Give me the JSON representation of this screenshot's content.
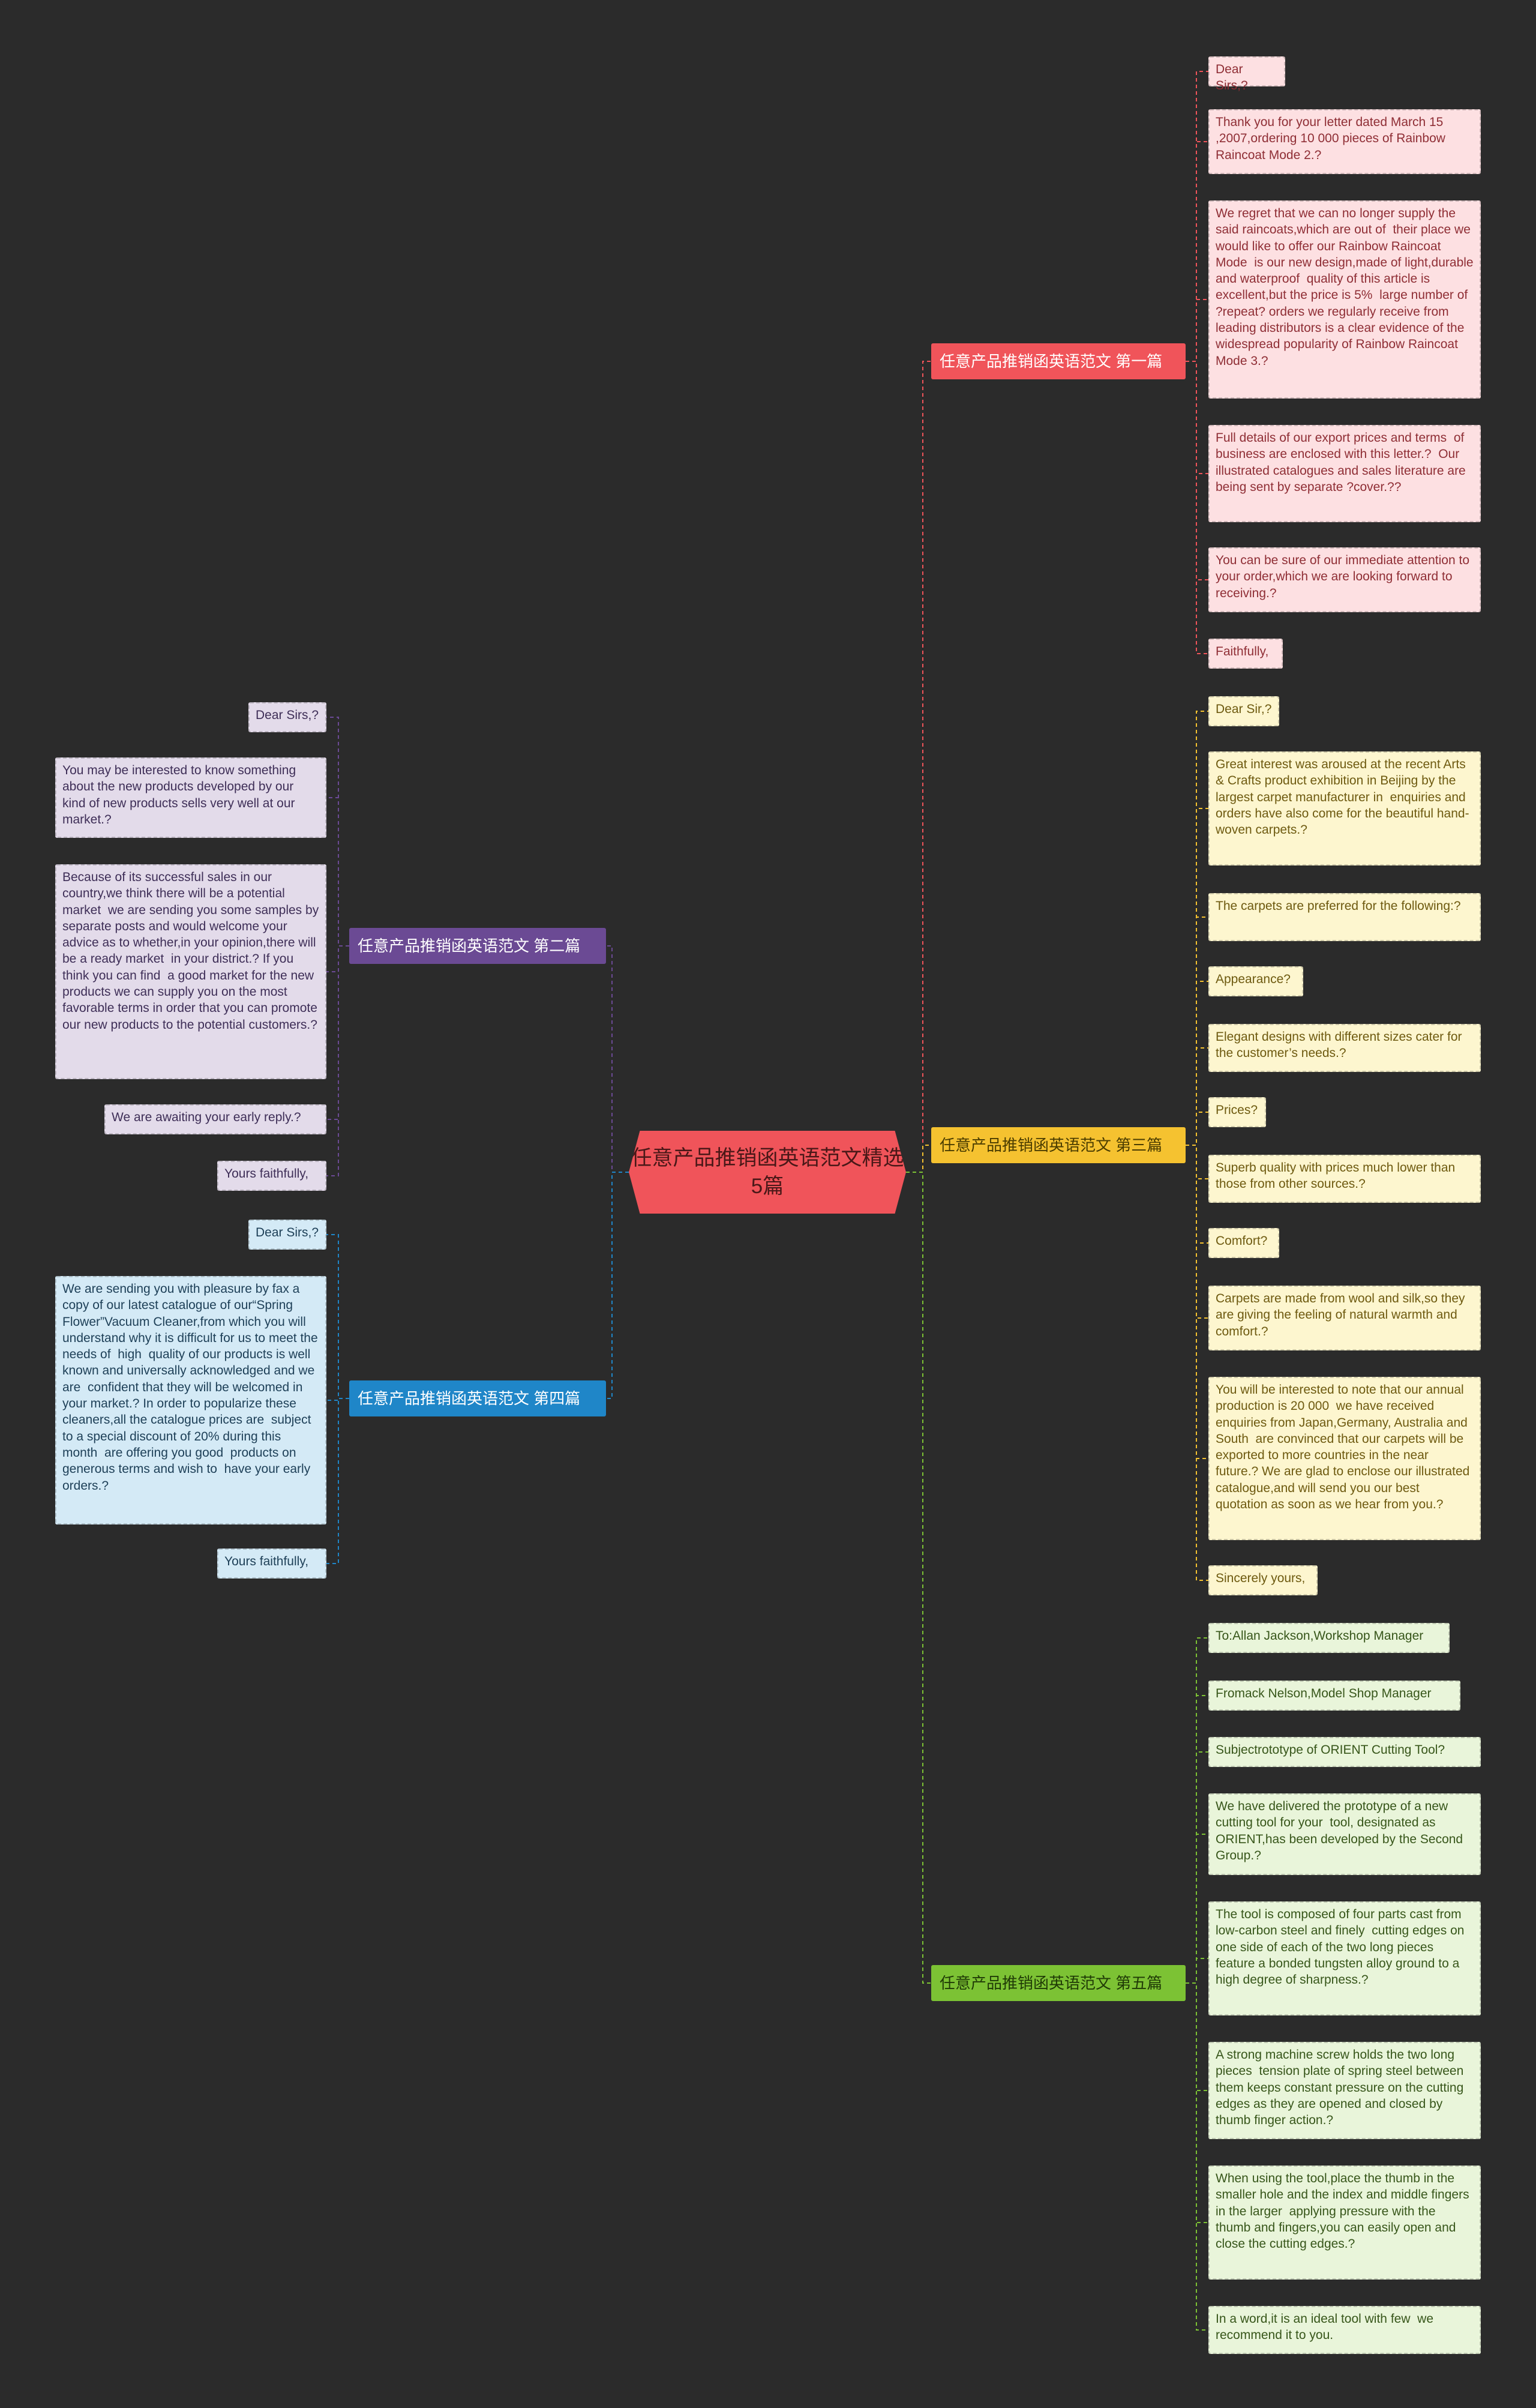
{
  "root": {
    "title": "任意产品推销函英语范文精选5篇"
  },
  "colors": {
    "background": "#2b2b2b",
    "root": "#f0545a",
    "b1": "#f0545a",
    "b2": "#6b4a94",
    "b3": "#f5c230",
    "b4": "#1f86c8",
    "b5": "#7cc234"
  },
  "branches": [
    {
      "label": "任意产品推销函英语范文 第一篇",
      "items": [
        "Dear Sirs,?",
        "Thank you for your letter dated March 15 ,2007,ordering 10 000 pieces of Rainbow Raincoat Mode 2.?",
        "We regret that we can no longer supply the said raincoats,which are out of  their place we would like to offer our Rainbow Raincoat Mode  is our new design,made of light,durable and waterproof  quality of this article is excellent,but the price is 5%  large number of ?repeat? orders we regularly receive from leading distributors is a clear evidence of the widespread popularity of Rainbow Raincoat Mode 3.?",
        "Full details of our export prices and terms  of business are enclosed with this letter.?  Our illustrated catalogues and sales literature are being sent by separate ?cover.??",
        "You can be sure of our immediate attention to your order,which we are looking forward to receiving.?",
        "Faithfully,"
      ]
    },
    {
      "label": "任意产品推销函英语范文 第二篇",
      "items": [
        "Dear Sirs,?",
        "You may be interested to know something about the new products developed by our  kind of new products sells very well at our market.?",
        "Because of its successful sales in our country,we think there will be a potential market  we are sending you some samples by separate posts and would welcome your advice as to whether,in your opinion,there will be a ready market  in your district.? If you think you can find  a good market for the new products we can supply you on the most favorable terms in order that you can promote our new products to the potential customers.?",
        "We are awaiting your early reply.?",
        "Yours faithfully,"
      ]
    },
    {
      "label": "任意产品推销函英语范文 第三篇",
      "items": [
        "Dear Sir,?",
        "Great interest was aroused at the recent Arts & Crafts product exhibition in Beijing by the largest carpet manufacturer in  enquiries and orders have also come for the beautiful hand-woven carpets.?",
        "The carpets are preferred for the following:?",
        "Appearance?",
        "Elegant designs with different sizes cater for the customer’s needs.?",
        "Prices?",
        "Superb quality with prices much lower than those from other sources.?",
        "Comfort?",
        "Carpets are made from wool and silk,so they are giving the feeling of natural warmth and comfort.?",
        "You will be interested to note that our annual production is 20 000  we have received enquiries from Japan,Germany, Australia and South  are convinced that our carpets will be exported to more countries in the near future.? We are glad to enclose our illustrated catalogue,and will send you our best quotation as soon as we hear from you.?",
        "Sincerely yours,"
      ]
    },
    {
      "label": "任意产品推销函英语范文 第四篇",
      "items": [
        "Dear Sirs,?",
        "We are sending you with pleasure by fax a copy of our latest catalogue of our“Spring Flower”Vacuum Cleaner,from which you will understand why it is difficult for us to meet the needs of  high  quality of our products is well known and universally acknowledged and we are  confident that they will be welcomed in your market.? In order to popularize these cleaners,all the catalogue prices are  subject to a special discount of 20% during this month  are offering you good  products on generous terms and wish to  have your early orders.?",
        "Yours faithfully,"
      ]
    },
    {
      "label": "任意产品推销函英语范文 第五篇",
      "items": [
        "To:Allan Jackson,Workshop Manager",
        "Fromack Nelson,Model Shop Manager",
        "Subjectrototype of ORIENT Cutting Tool?",
        "We have delivered the prototype of a new cutting tool for your  tool, designated as ORIENT,has been developed by the Second Group.?",
        "The tool is composed of four parts cast from low-carbon steel and finely  cutting edges on one side of each of the two long pieces feature a bonded tungsten alloy ground to a high degree of sharpness.?",
        "A strong machine screw holds the two long pieces  tension plate of spring steel between them keeps constant pressure on the cutting edges as they are opened and closed by thumb finger action.?",
        "When using the tool,place the thumb in the smaller hole and the index and middle fingers in the larger  applying pressure with the thumb and fingers,you can easily open and close the cutting edges.?",
        "In a word,it is an ideal tool with few  we recommend it to you."
      ]
    }
  ]
}
